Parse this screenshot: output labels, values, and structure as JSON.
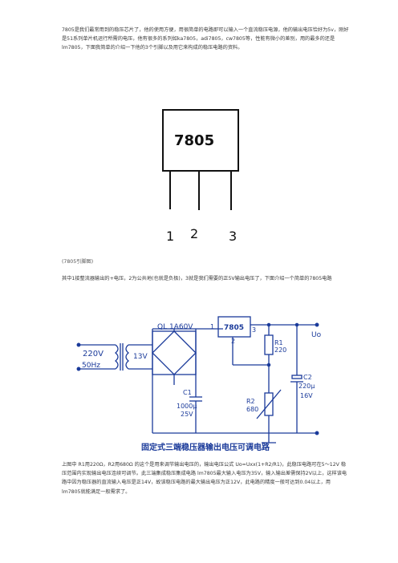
{
  "paragraph1": "7805是我们最常用到的稳压芯片了，他的使用方便，用很简单的电路即可以输入一个直流稳压电源，他的输出电压恰好为5v，刚好是51系列单片机运行所需的电压，他有很多的系列如ka7805，adi7805，cw7805等，性能有微小的差别，用的最多的还是 lm7805，下面我简单的介绍一下他的3个引脚以及用它来构成的稳压电路的资料。",
  "pinout": {
    "chip_label": "7805",
    "pin1": "1",
    "pin2": "2",
    "pin3": "3"
  },
  "caption": "(7805引脚图)",
  "paragraph2": "其中1接整流器输出的+电压，2为公共地(也就是负极)，3就是我们需要的正5V输出电压了，下面介绍一个简单的7805电路",
  "circuit": {
    "ac_voltage": "220V",
    "ac_freq": "50Hz",
    "transformer_out": "13V",
    "bridge_label": "QL  1A60V",
    "chip_label": "7805",
    "pin1": "1",
    "pin2": "2",
    "pin3": "3",
    "r1_name": "R1",
    "r1_value": "220",
    "r2_name": "R2",
    "r2_value": "680",
    "c1_name": "C1",
    "c1_value": "1000μ",
    "c1_voltage": "25V",
    "c2_name": "C2",
    "c2_value": "220μ",
    "c2_voltage": "16V",
    "output_label": "Uo",
    "title": "固定式三端稳压器输出电压可调电路"
  },
  "paragraph3": "上图中 R1用220Ω，R2用680Ω 的这个是用来调节输出电压的，输出电压公式 Uo=Uxx(1+R2/R1)，此稳压电路可在5～12V 稳压范围内实现输出电压连续可调节。此三端集成稳压集成电路 lm7805最大输入电压为35V，输入输出差需保持2V以上，这样该电路中因为稳压器的直流输入电压是正14V，故该稳压电路的最大输出电压为正12V，此电路的精度一般可达到0.04以上，用 lm7805就能满足一般需求了。"
}
